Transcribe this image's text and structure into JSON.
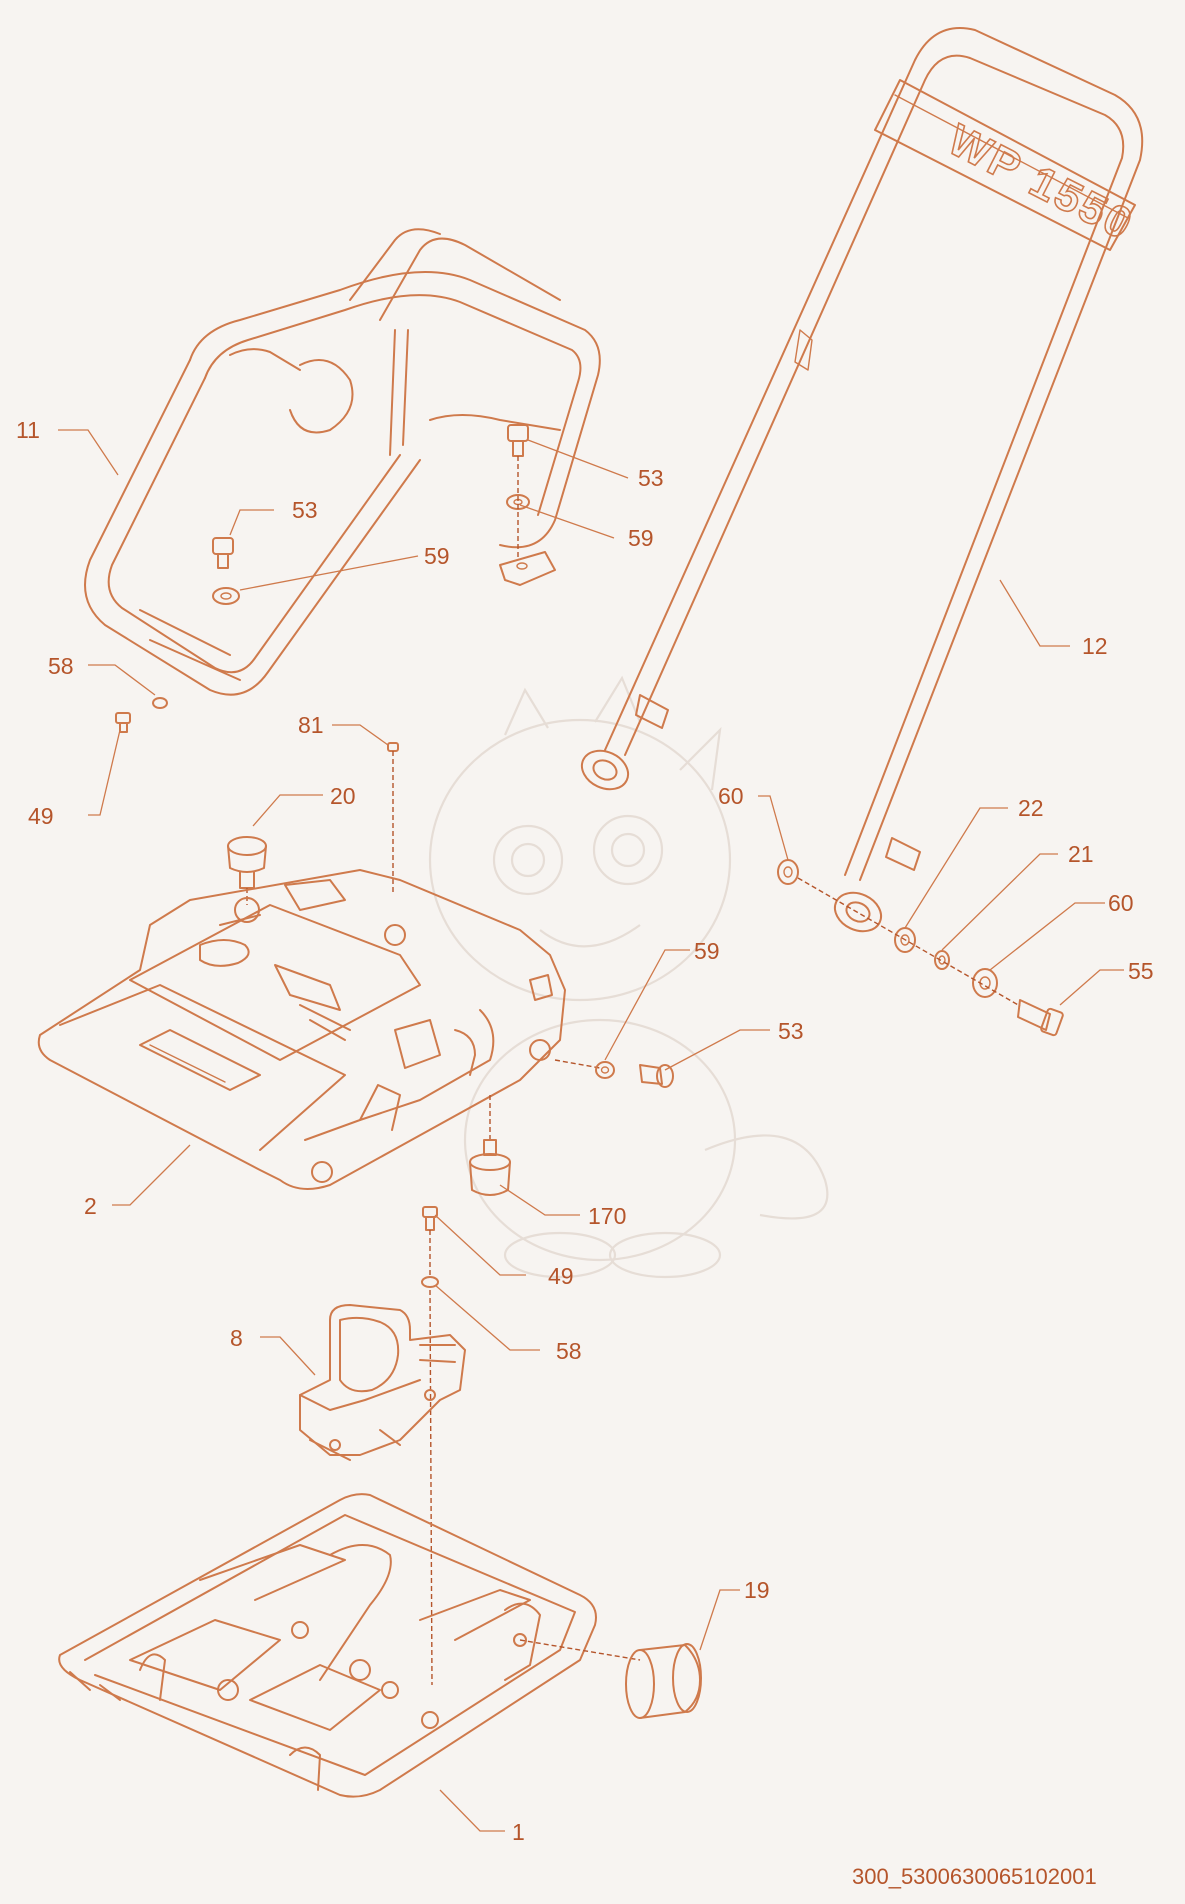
{
  "diagram": {
    "brand_text": "WP 1550",
    "drawing_id": "300_5300630065102001",
    "colors": {
      "line": "#cf7a4c",
      "text": "#b5552b",
      "background": "#f7f4f1",
      "watermark": "#e6ddd6"
    },
    "watermark": "dragon-mascot",
    "callouts": [
      {
        "id": "c11",
        "label": "11"
      },
      {
        "id": "c53a",
        "label": "53"
      },
      {
        "id": "c59a",
        "label": "59"
      },
      {
        "id": "c53b",
        "label": "53"
      },
      {
        "id": "c59b",
        "label": "59"
      },
      {
        "id": "c12",
        "label": "12"
      },
      {
        "id": "c58a",
        "label": "58"
      },
      {
        "id": "c49a",
        "label": "49"
      },
      {
        "id": "c81",
        "label": "81"
      },
      {
        "id": "c20",
        "label": "20"
      },
      {
        "id": "c60a",
        "label": "60"
      },
      {
        "id": "c22",
        "label": "22"
      },
      {
        "id": "c21",
        "label": "21"
      },
      {
        "id": "c60b",
        "label": "60"
      },
      {
        "id": "c55",
        "label": "55"
      },
      {
        "id": "c59c",
        "label": "59"
      },
      {
        "id": "c53c",
        "label": "53"
      },
      {
        "id": "c2",
        "label": "2"
      },
      {
        "id": "c170",
        "label": "170"
      },
      {
        "id": "c49b",
        "label": "49"
      },
      {
        "id": "c8",
        "label": "8"
      },
      {
        "id": "c58b",
        "label": "58"
      },
      {
        "id": "c19",
        "label": "19"
      },
      {
        "id": "c1",
        "label": "1"
      }
    ]
  }
}
